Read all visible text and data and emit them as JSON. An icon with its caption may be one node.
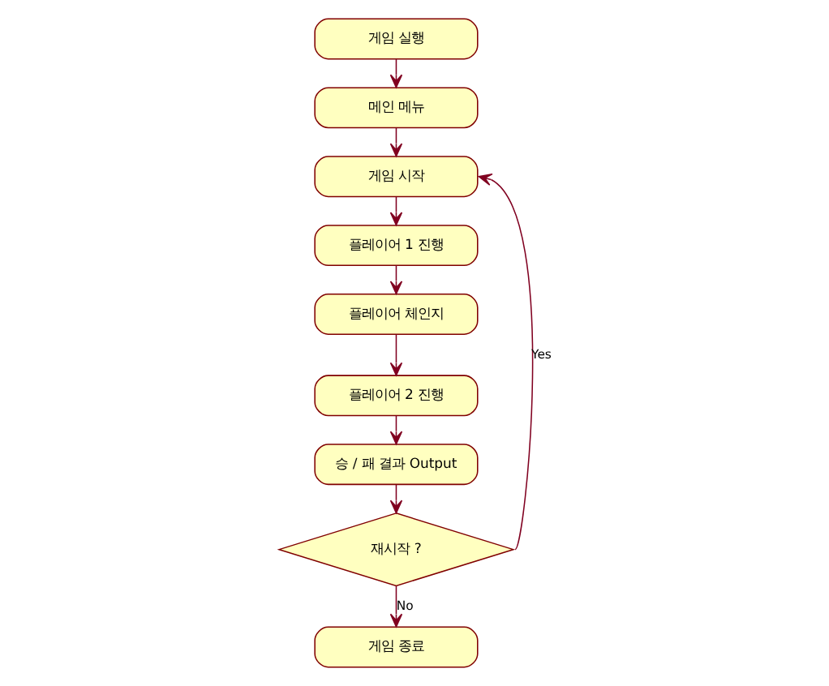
{
  "diagram": {
    "nodes": [
      {
        "text": [
          "게임 실행"
        ]
      },
      {
        "text": [
          "메인 메뉴"
        ]
      },
      {
        "text": [
          "게임 시작"
        ]
      },
      {
        "text": [
          "플레이어 1 진행"
        ]
      },
      {
        "text": [
          "플레이어 체인지"
        ]
      },
      {
        "text": [
          "플레이어 2 진행"
        ]
      },
      {
        "text": [
          "승 / 패 결과 Output"
        ]
      },
      {
        "text": [
          "재시작 ?"
        ]
      },
      {
        "text": [
          "게임 종료"
        ]
      }
    ],
    "edges": [
      {
        "from": 0,
        "to": 1,
        "arrow": "to"
      },
      {
        "from": 1,
        "to": 2,
        "arrow": "to"
      },
      {
        "from": 2,
        "to": 3,
        "arrow": "to"
      },
      {
        "from": 3,
        "to": 4,
        "arrow": "to"
      },
      {
        "from": 4,
        "to": 5,
        "arrow": "to"
      },
      {
        "from": 5,
        "to": 6,
        "arrow": "to"
      },
      {
        "from": 6,
        "to": 7,
        "arrow": "to"
      },
      {
        "from": 7,
        "to": 2,
        "arrow": "to",
        "label": "Yes"
      },
      {
        "from": 7,
        "to": 8,
        "arrow": "to",
        "label": "No"
      }
    ]
  }
}
